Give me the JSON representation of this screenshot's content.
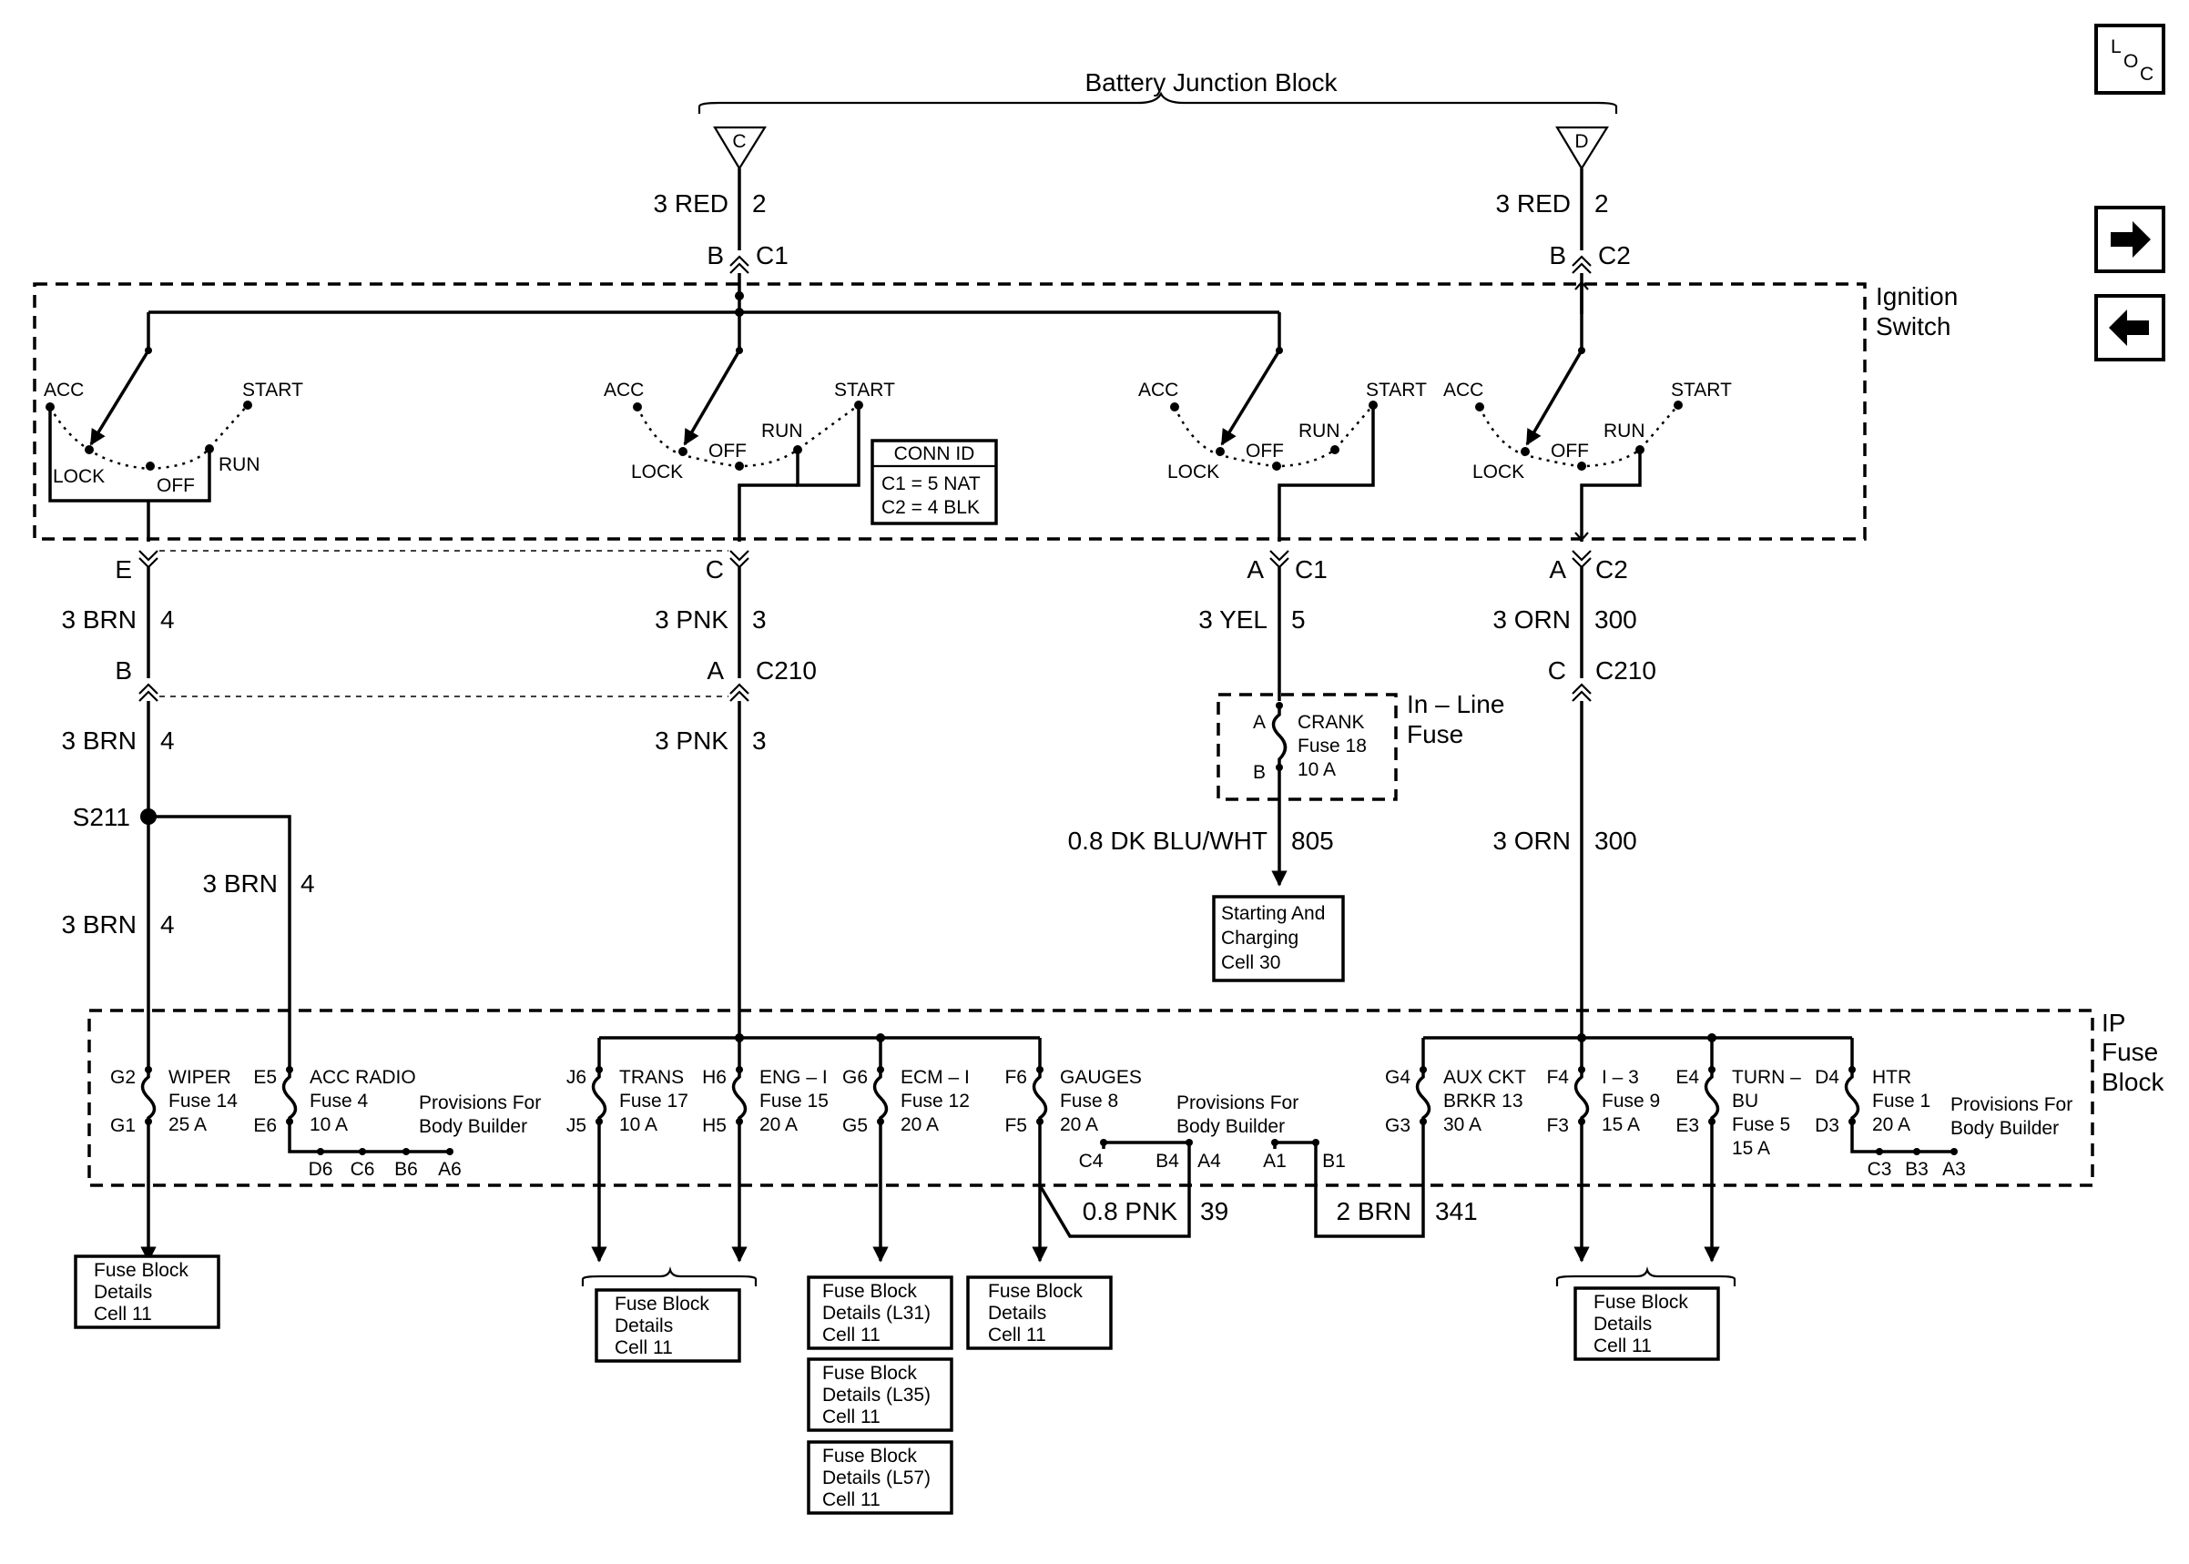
{
  "title": "Battery Junction Block",
  "connectors_top": [
    "C",
    "D"
  ],
  "ignition_switch": {
    "label_line1": "Ignition",
    "label_line2": "Switch",
    "positions": {
      "acc": "ACC",
      "start": "START",
      "lock": "LOCK",
      "off": "OFF",
      "run": "RUN"
    },
    "conn_id": {
      "header": "CONN ID",
      "line1": "C1 = 5 NAT",
      "line2": "C2 = 4 BLK"
    }
  },
  "feeds": [
    {
      "gauge_color": "3 RED",
      "circuit": "2",
      "pin": "B",
      "connector": "C1"
    },
    {
      "gauge_color": "3 RED",
      "circuit": "2",
      "pin": "B",
      "connector": "C2"
    }
  ],
  "outputs": [
    {
      "pin": "E",
      "connector": "",
      "gauge_color": "3 BRN",
      "circuit": "4"
    },
    {
      "pin": "C",
      "connector": "",
      "gauge_color": "3 PNK",
      "circuit": "3"
    },
    {
      "pin": "A",
      "connector": "C1",
      "gauge_color": "3 YEL",
      "circuit": "5"
    },
    {
      "pin": "A",
      "connector": "C2",
      "gauge_color": "3 ORN",
      "circuit": "300"
    }
  ],
  "c210": [
    {
      "pin": "B",
      "connector": "",
      "gauge_color": "3 BRN",
      "circuit": "4"
    },
    {
      "pin": "A",
      "connector": "C210",
      "gauge_color": "3 PNK",
      "circuit": "3"
    },
    {
      "pin": "C",
      "connector": "C210",
      "gauge_color": "3 ORN",
      "circuit": "300"
    }
  ],
  "splice": {
    "name": "S211",
    "branch_gauge_color": "3 BRN",
    "branch_circuit": "4",
    "main_gauge_color": "3 BRN",
    "main_circuit": "4"
  },
  "inline_fuse": {
    "label_line1": "In – Line",
    "label_line2": "Fuse",
    "pin_a": "A",
    "pin_b": "B",
    "name": "CRANK",
    "fuse": "Fuse 18",
    "rating": "10 A",
    "out_gauge_color": "0.8 DK BLU/WHT",
    "out_circuit": "805"
  },
  "starting_box": [
    "Starting And",
    "Charging",
    "Cell 30"
  ],
  "ip_fuse_block": {
    "label_line1": "IP",
    "label_line2": "Fuse",
    "label_line3": "Block",
    "fuses": [
      {
        "top_pin": "G2",
        "bot_pin": "G1",
        "name": "WIPER",
        "fuse": "Fuse 14",
        "rating": "25 A"
      },
      {
        "top_pin": "E5",
        "bot_pin": "E6",
        "name": "ACC RADIO",
        "fuse": "Fuse 4",
        "rating": "10 A"
      },
      {
        "top_pin": "J6",
        "bot_pin": "J5",
        "name": "TRANS",
        "fuse": "Fuse 17",
        "rating": "10 A"
      },
      {
        "top_pin": "H6",
        "bot_pin": "H5",
        "name": "ENG – I",
        "fuse": "Fuse 15",
        "rating": "20 A"
      },
      {
        "top_pin": "G6",
        "bot_pin": "G5",
        "name": "ECM – I",
        "fuse": "Fuse 12",
        "rating": "20 A"
      },
      {
        "top_pin": "F6",
        "bot_pin": "F5",
        "name": "GAUGES",
        "fuse": "Fuse 8",
        "rating": "20 A"
      },
      {
        "top_pin": "G4",
        "bot_pin": "G3",
        "name": "AUX CKT",
        "fuse": "BRKR 13",
        "rating": "30 A"
      },
      {
        "top_pin": "F4",
        "bot_pin": "F3",
        "name": "I – 3",
        "fuse": "Fuse 9",
        "rating": "15 A"
      },
      {
        "top_pin": "E4",
        "bot_pin": "E3",
        "name": "TURN –",
        "name2": "BU",
        "fuse": "Fuse 5",
        "rating": "15 A"
      },
      {
        "top_pin": "D4",
        "bot_pin": "D3",
        "name": "HTR",
        "fuse": "Fuse 1",
        "rating": "20 A"
      }
    ],
    "provisions_line1": "Provisions For",
    "provisions_line2": "Body Builder",
    "prov1_pins": [
      "D6",
      "C6",
      "B6",
      "A6"
    ],
    "prov2_pins": [
      "C4",
      "B4",
      "A4",
      "A1",
      "B1"
    ],
    "prov3_pins": [
      "C3",
      "B3",
      "A3"
    ],
    "jumper1": {
      "gauge_color": "0.8 PNK",
      "circuit": "39"
    },
    "jumper2": {
      "gauge_color": "2 BRN",
      "circuit": "341"
    }
  },
  "ref_boxes": [
    {
      "line1": "Fuse Block",
      "line2": "Details",
      "line3": "Cell 11"
    },
    {
      "line1": "Fuse Block",
      "line2": "Details",
      "line3": "Cell 11"
    },
    {
      "line1": "Fuse Block",
      "line2": "Details (L31)",
      "line3": "Cell 11"
    },
    {
      "line1": "Fuse Block",
      "line2": "Details (L35)",
      "line3": "Cell 11"
    },
    {
      "line1": "Fuse Block",
      "line2": "Details (L57)",
      "line3": "Cell 11"
    },
    {
      "line1": "Fuse Block",
      "line2": "Details",
      "line3": "Cell 11"
    },
    {
      "line1": "Fuse Block",
      "line2": "Details",
      "line3": "Cell 11"
    }
  ],
  "nav": {
    "loc_l": "L",
    "loc_o": "O",
    "loc_c": "C",
    "next_icon": "arrow-right-icon",
    "prev_icon": "arrow-left-icon"
  }
}
